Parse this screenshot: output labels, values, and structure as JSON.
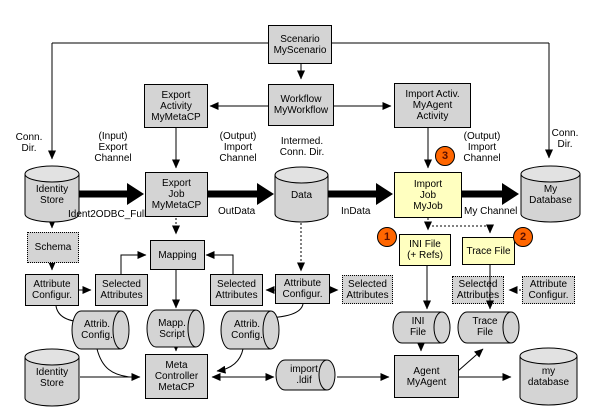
{
  "colors": {
    "box_fill": "#d4d4d4",
    "cylinder_top": "#e2e2e2",
    "yellow_fill": "#ffffc0",
    "badge_fill": "#ff6600",
    "badge_text": "#5a1000",
    "line": "#000000",
    "background": "#ffffff"
  },
  "nodes": {
    "scenario": "Scenario\nMyScenario",
    "export_activity": "Export\nActivity\nMyMetaCP",
    "workflow": "Workflow\nMyWorkflow",
    "import_activity": "Import Activ.\nMyAgent\nActivity",
    "identity_store_top": "Identity\nStore",
    "export_job": "Export\nJob\nMyMetaCP",
    "data_store": "Data",
    "import_job": "Import\nJob\nMyJob",
    "my_database": "My\nDatabase",
    "schema": "Schema",
    "mapping": "Mapping",
    "ini_file_refs": "INI File\n(+ Refs)",
    "trace_file_box": "Trace File",
    "attr_config_left": "Attribute\nConfigur.",
    "selected_attr_1": "Selected\nAttributes",
    "selected_attr_2": "Selected\nAttributes",
    "attr_config_center": "Attribute\nConfigur.",
    "selected_attr_3": "Selected\nAttributes",
    "selected_attr_4": "Selected\nAttributes",
    "attr_config_right": "Attribute\nConfigur.",
    "attrib_config_doc_left": "Attrib.\nConfig.",
    "mapp_script_doc": "Mapp.\nScript",
    "attrib_config_doc_right": "Attrib.\nConfig.",
    "ini_file_doc": "INI\nFile",
    "trace_file_doc": "Trace\nFile",
    "import_ldif_doc": "import\n.ldif",
    "identity_store_bottom": "Identity\nStore",
    "meta_controller": "Meta\nController\nMetaCP",
    "agent": "Agent\nMyAgent",
    "my_database_bottom": "my\ndatabase"
  },
  "edge_labels": {
    "conn_dir_left": "Conn.\nDir.",
    "input_export_channel": "(Input)\nExport\nChannel",
    "output_import_channel_left": "(Output)\nImport\nChannel",
    "intermed_conn_dir": "Intermed.\nConn. Dir.",
    "output_import_channel_right": "(Output)\nImport\nChannel",
    "conn_dir_right": "Conn.\nDir.",
    "ident2odbc_full": "Ident2ODBC_Full",
    "outdata": "OutData",
    "indata": "InData",
    "my_channel": "My Channel"
  },
  "badges": {
    "one": "1",
    "two": "2",
    "three": "3"
  }
}
